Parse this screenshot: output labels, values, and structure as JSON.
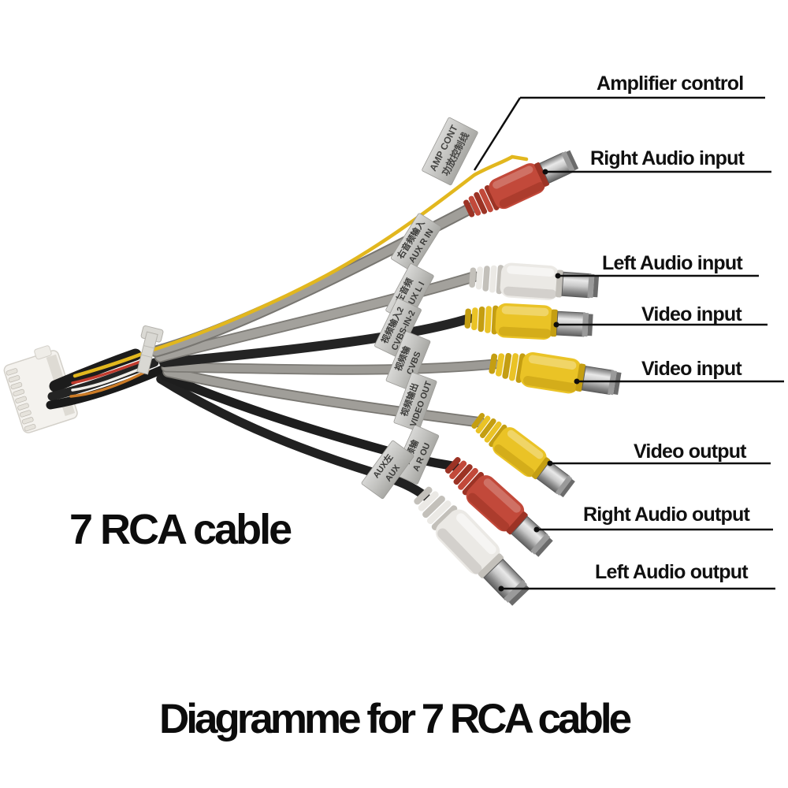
{
  "title": {
    "text": "Diagramme for 7 RCA cable"
  },
  "caption": {
    "text": "7 RCA cable"
  },
  "annotations": [
    {
      "label": "Amplifier control"
    },
    {
      "label": "Right Audio input"
    },
    {
      "label": "Left Audio input"
    },
    {
      "label": "Video input"
    },
    {
      "label": "Video input"
    },
    {
      "label": "Video output"
    },
    {
      "label": "Right Audio output"
    },
    {
      "label": "Left Audio output"
    }
  ],
  "cable_tags": [
    {
      "line1": "AMP CONT",
      "line2": "功放控制线"
    },
    {
      "line1": "右音频输入",
      "line2": "AUX R IN"
    },
    {
      "line1": "左音频",
      "line2": "AUX L I"
    },
    {
      "line1": "视频输入2",
      "line2": "CVBS-IN-2"
    },
    {
      "line1": "视频输",
      "line2": "CVBS"
    },
    {
      "line1": "视频输出",
      "line2": "VIDEO OUT"
    },
    {
      "line1": "音频输",
      "line2": "A R OU"
    },
    {
      "line1": "AUX左",
      "line2": "AUX"
    }
  ],
  "connectors": [
    {
      "name": "right-audio-input",
      "plug_color": "#c2493a"
    },
    {
      "name": "left-audio-input",
      "plug_color": "#ebe9e5"
    },
    {
      "name": "video-input-1",
      "plug_color": "#eac326"
    },
    {
      "name": "video-input-2",
      "plug_color": "#eac326"
    },
    {
      "name": "video-output",
      "plug_color": "#eac326"
    },
    {
      "name": "right-audio-output",
      "plug_color": "#c2493a"
    },
    {
      "name": "left-audio-output",
      "plug_color": "#ebe9e5"
    }
  ],
  "colors": {
    "background": "#ffffff",
    "annotation_text": "#101010",
    "annotation_line": "#0e0e0e",
    "cable_gray": "#9c9a95",
    "cable_black": "#212121",
    "amp_wire_yellow": "#e2b71e",
    "tag_silver": "#c2c2bf"
  }
}
